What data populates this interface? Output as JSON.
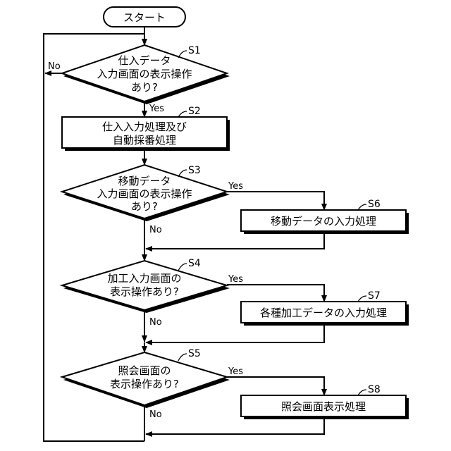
{
  "start": {
    "label": "スタート"
  },
  "decisions": [
    {
      "step": "S1",
      "lines": [
        "仕入データ",
        "入力画面の表示操作",
        "あり?"
      ],
      "yes": "Yes",
      "no": "No"
    },
    {
      "step": "S3",
      "lines": [
        "移動データ",
        "入力画面の表示操作",
        "あり?"
      ],
      "yes": "Yes",
      "no": "No"
    },
    {
      "step": "S4",
      "lines": [
        "加工入力画面の",
        "表示操作あり?"
      ],
      "yes": "Yes",
      "no": "No"
    },
    {
      "step": "S5",
      "lines": [
        "照会画面の",
        "表示操作あり?"
      ],
      "yes": "Yes",
      "no": "No"
    }
  ],
  "processes": [
    {
      "step": "S2",
      "lines": [
        "仕入入力処理及び",
        "自動採番処理"
      ]
    },
    {
      "step": "S6",
      "lines": [
        "移動データの入力処理"
      ]
    },
    {
      "step": "S7",
      "lines": [
        "各種加工データの入力処理"
      ]
    },
    {
      "step": "S8",
      "lines": [
        "照会画面表示処理"
      ]
    }
  ]
}
